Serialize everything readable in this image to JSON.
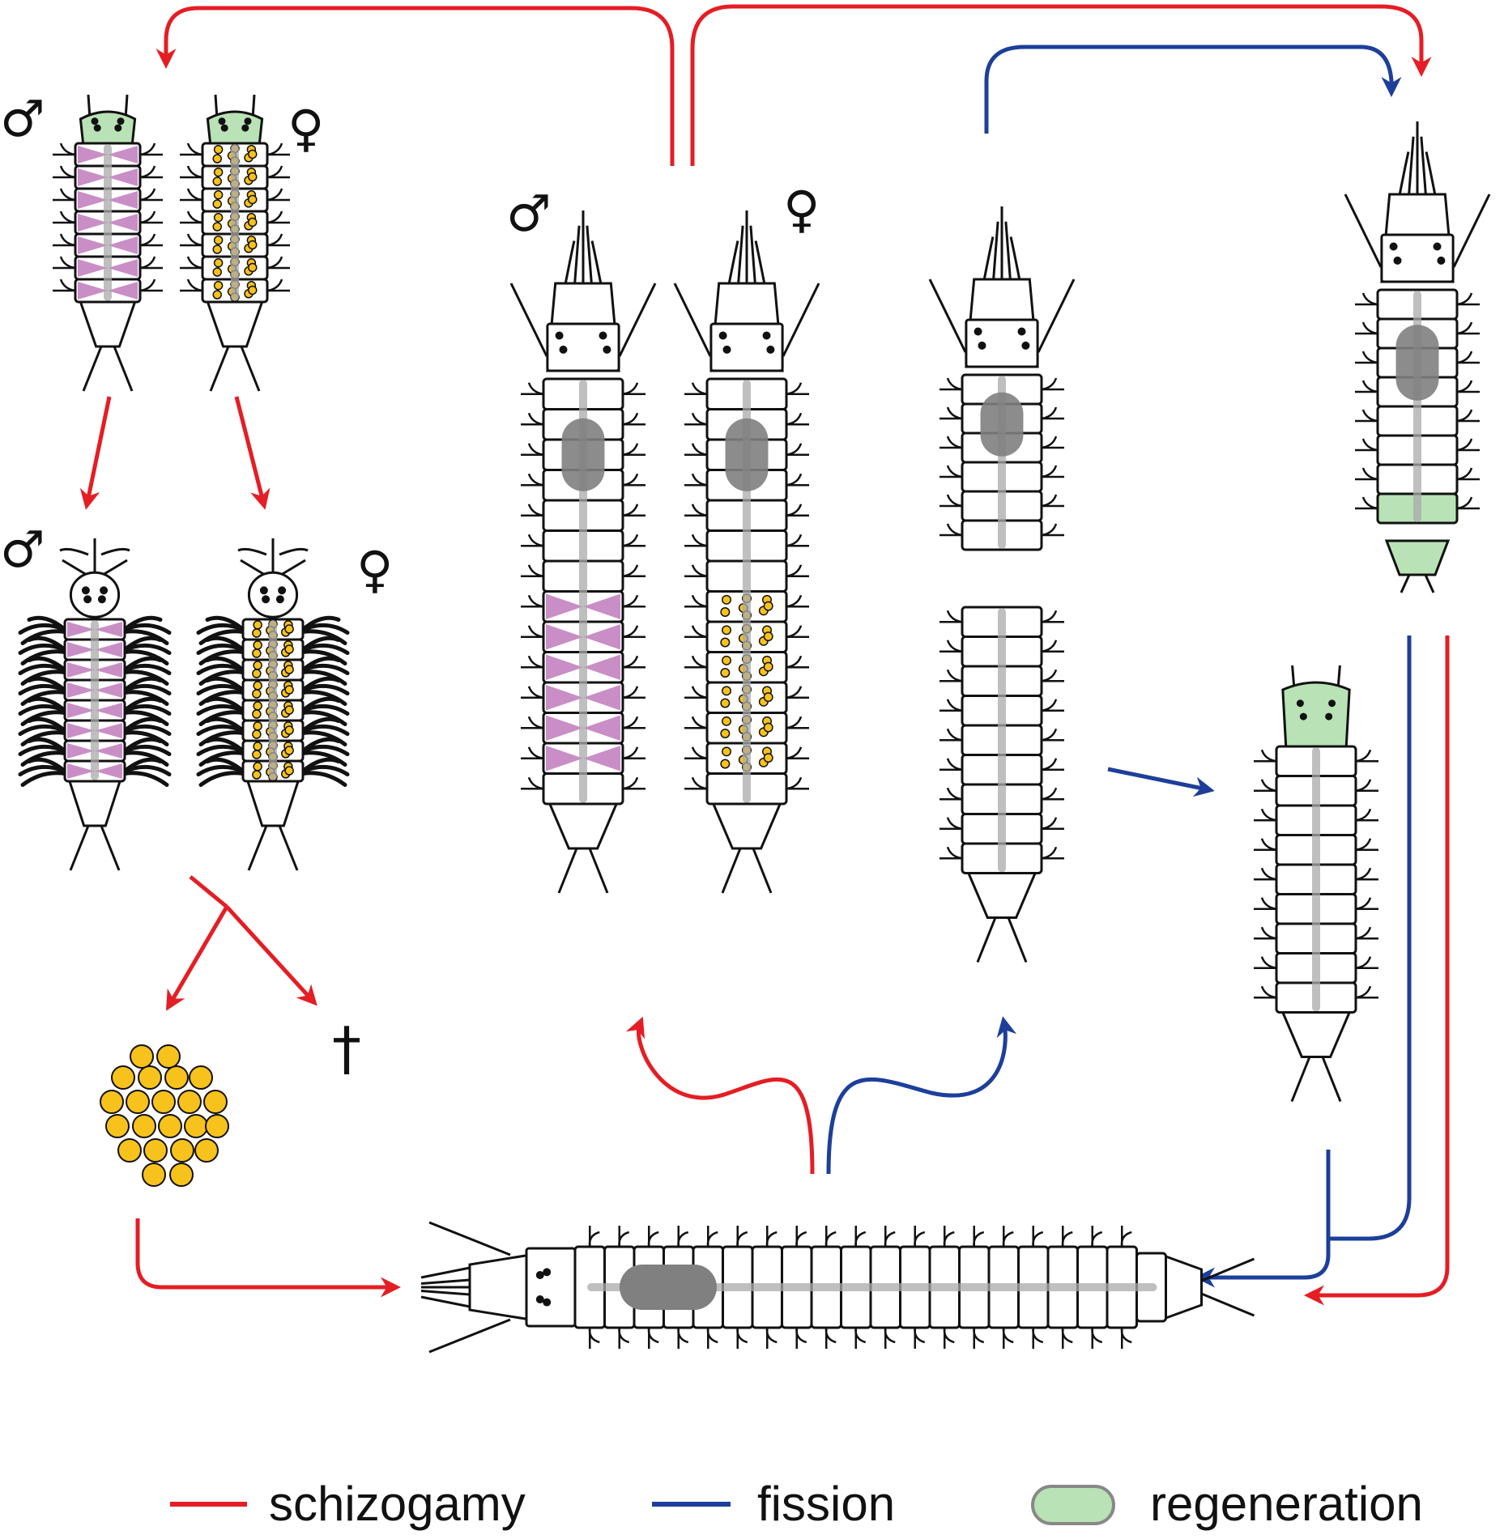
{
  "legend": [
    {
      "label": "schizogamy",
      "color": "#e51d24"
    },
    {
      "label": "fission",
      "color": "#1d3f9b"
    },
    {
      "label": "regeneration",
      "color": "#b9e2b6"
    }
  ],
  "symbols": {
    "male": "♂",
    "female": "♀",
    "death": "†"
  },
  "colors": {
    "schizogamy_arrow": "#e51d24",
    "fission_arrow": "#1d3f9b",
    "regeneration_fill": "#b9e2b6",
    "male_gamete_fill": "#c98ec6",
    "egg_fill": "#f7c21b",
    "gut_fill": "#808080",
    "outline": "#111111"
  },
  "icons": [
    "egg-cluster",
    "worm-body",
    "arrow"
  ]
}
